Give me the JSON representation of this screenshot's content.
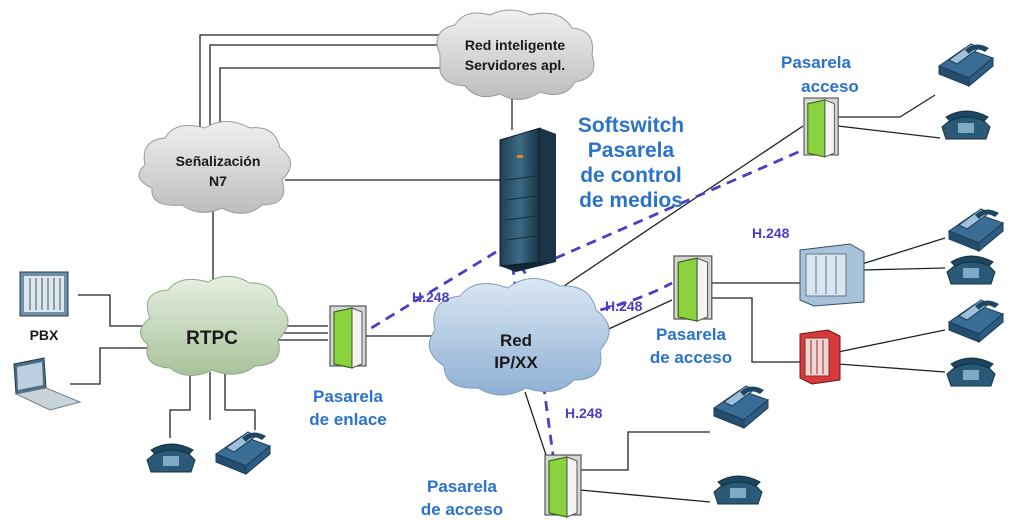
{
  "clouds": {
    "intelligent": {
      "line1": "Red inteligente",
      "line2": "Servidores apl."
    },
    "signaling": {
      "line1": "Señalización",
      "line2": "N7"
    },
    "pstn": {
      "label": "RTPC"
    },
    "ip": {
      "line1": "Red",
      "line2": "IP/XX"
    }
  },
  "softswitch": {
    "line1": "Softswitch",
    "line2": "Pasarela",
    "line3": "de control",
    "line4": "de medios"
  },
  "gateways": {
    "trunk": {
      "line1": "Pasarela",
      "line2": "de enlace"
    },
    "access_top": {
      "line1": "Pasarela",
      "line2": "acceso"
    },
    "access_mid": {
      "line1": "Pasarela",
      "line2": "de acceso"
    },
    "access_bottom": {
      "line1": "Pasarela",
      "line2": "de acceso"
    }
  },
  "devices": {
    "pbx": "PBX"
  },
  "protocol_labels": {
    "h248_left": "H.248",
    "h248_center": "H.248",
    "h248_right": "H.248",
    "h248_bottom": "H.248"
  },
  "colors": {
    "cloud_grey": "#d9d9d9",
    "cloud_green": "#cfe0c6",
    "cloud_blue": "#b9cfe6",
    "label_blue": "#2b73c9",
    "dashed_blue": "#4a3fc4"
  }
}
